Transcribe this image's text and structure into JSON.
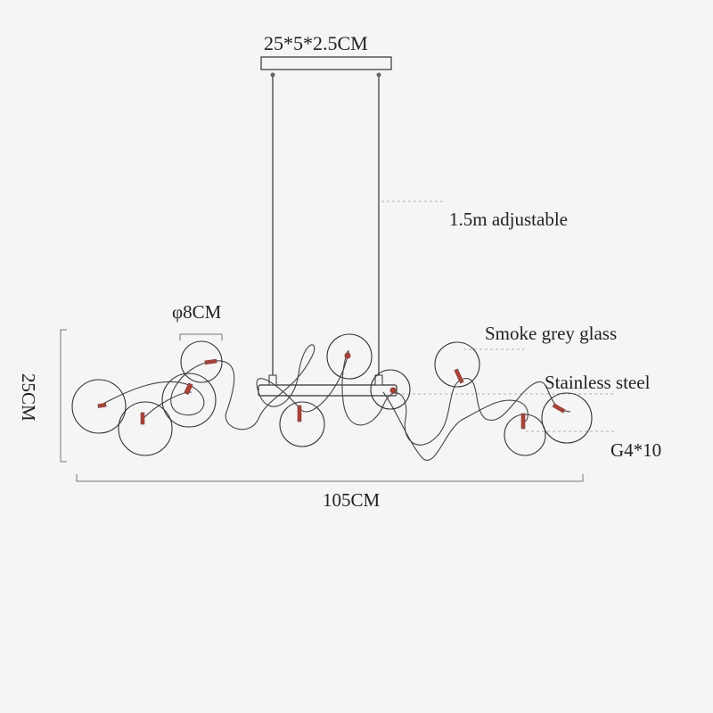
{
  "labels": {
    "canopy": "25*5*2.5CM",
    "cable": "1.5m adjustable",
    "globe_diameter": "φ8CM",
    "glass": "Smoke grey glass",
    "steel": "Stainless steel",
    "bulb": "G4*10",
    "width": "105CM",
    "height": "25CM"
  },
  "colors": {
    "background": "#f5f5f5",
    "line": "#333333",
    "dim_line": "#888888",
    "bulb": "#c0392b"
  }
}
